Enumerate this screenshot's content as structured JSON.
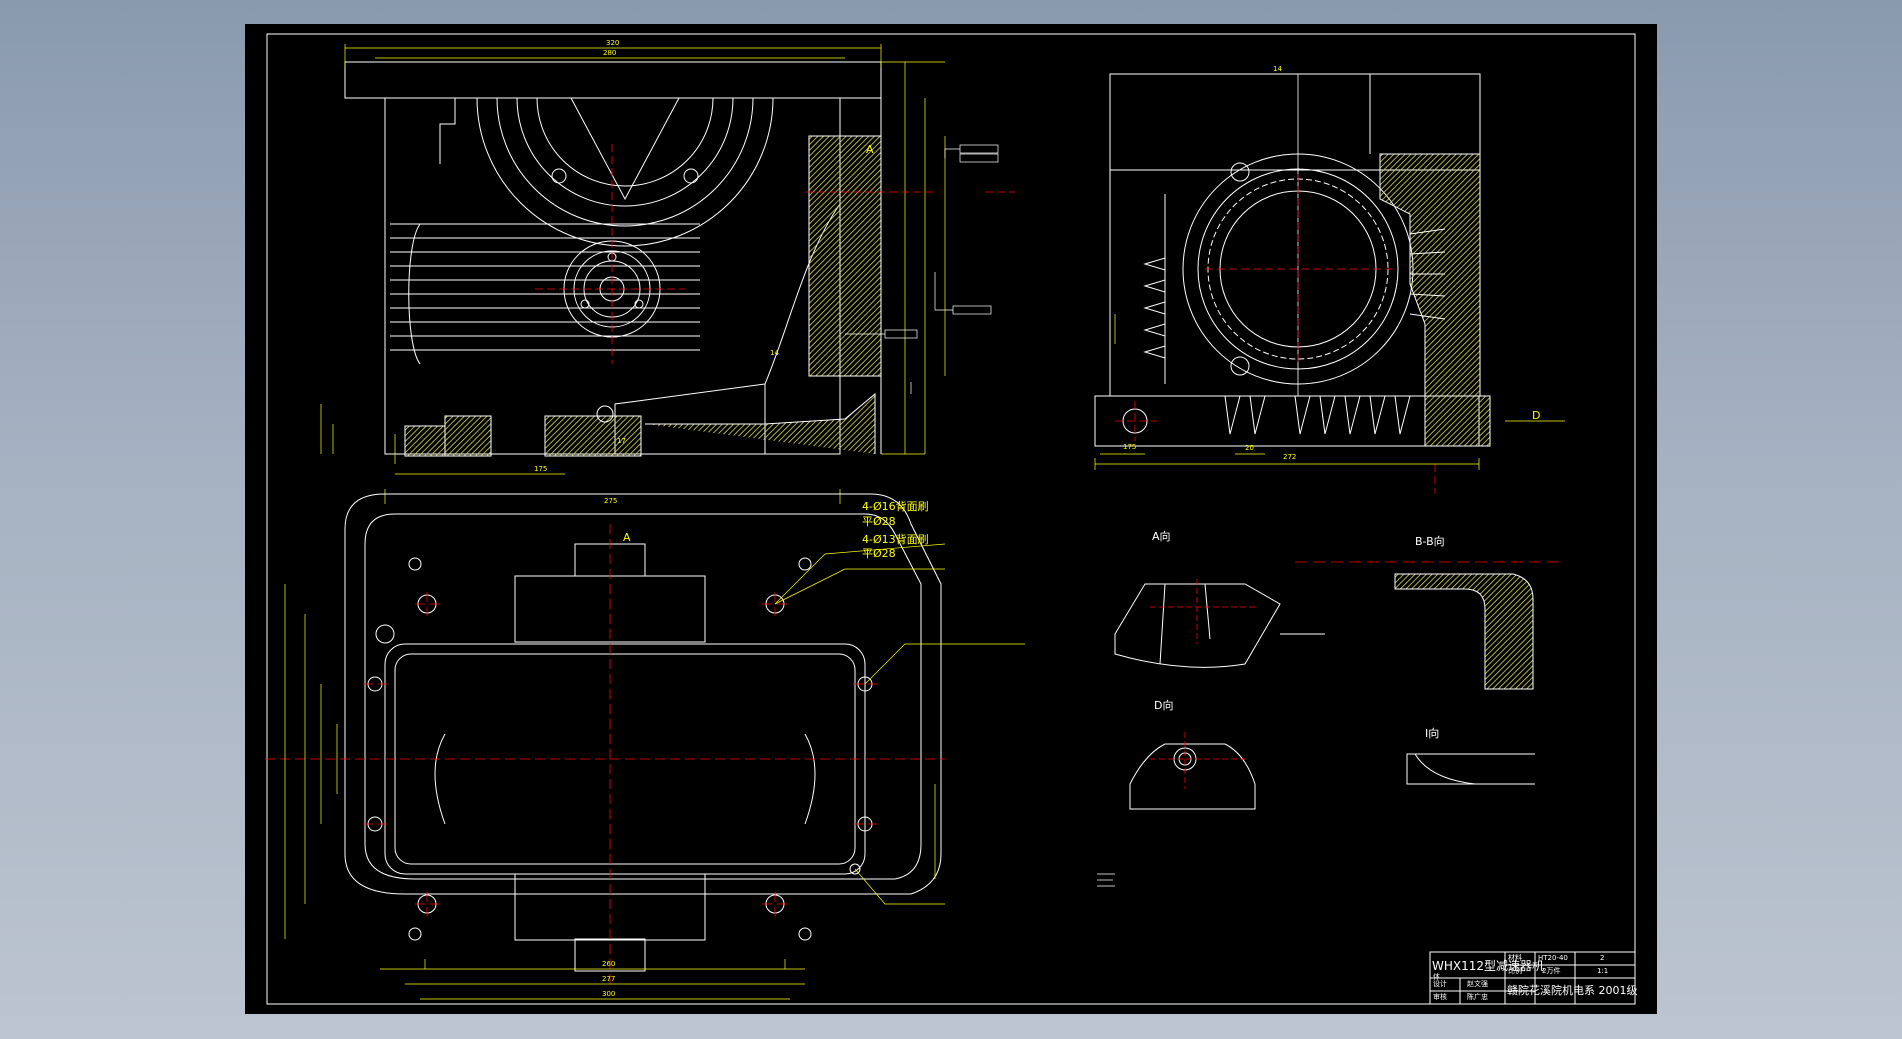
{
  "colors": {
    "background_top": "#8a9aae",
    "background_bottom": "#bcc4d0",
    "canvas": "#000000",
    "lines": "#ffffff",
    "dimensions": "#ffff00",
    "centerlines": "#ff0000",
    "hatch": "#d8d860"
  },
  "views": {
    "front": {
      "dims": {
        "d1": "320",
        "d2": "280",
        "d3": "275",
        "d4": "175",
        "d5": "17",
        "d6": "14"
      }
    },
    "side": {
      "dims": {
        "d1": "272",
        "d2": "175",
        "d3": "20",
        "d4": "14"
      },
      "section_mark": "D"
    },
    "top": {
      "hole_callout_1": "4-Ø16背面刷",
      "hole_callout_1_sub": "平Ø28",
      "hole_callout_2": "4-Ø13背面刷",
      "hole_callout_2_sub": "平Ø28",
      "marker_a": "A",
      "dims": {
        "d1": "260",
        "d2": "277",
        "d3": "300"
      }
    },
    "detail_a": {
      "title": "A向"
    },
    "detail_bb": {
      "title": "B-B向"
    },
    "detail_d": {
      "title": "D向"
    },
    "detail_i": {
      "title": "I向"
    }
  },
  "title_block": {
    "drawing_name": "WHX112型减速器机",
    "drawing_name_cont": "体",
    "material_label": "材料",
    "material_value": "HT20-40",
    "quantity_value": "2",
    "scale_label": "比例",
    "scale_value": "1:1",
    "sheet_label": "图数",
    "sheet_value": "2万件",
    "designer_label": "设计",
    "designer_name": "赵文强",
    "checker_label": "审核",
    "checker_name": "陈广忠",
    "school": "赣院花溪院机电系 2001级"
  }
}
